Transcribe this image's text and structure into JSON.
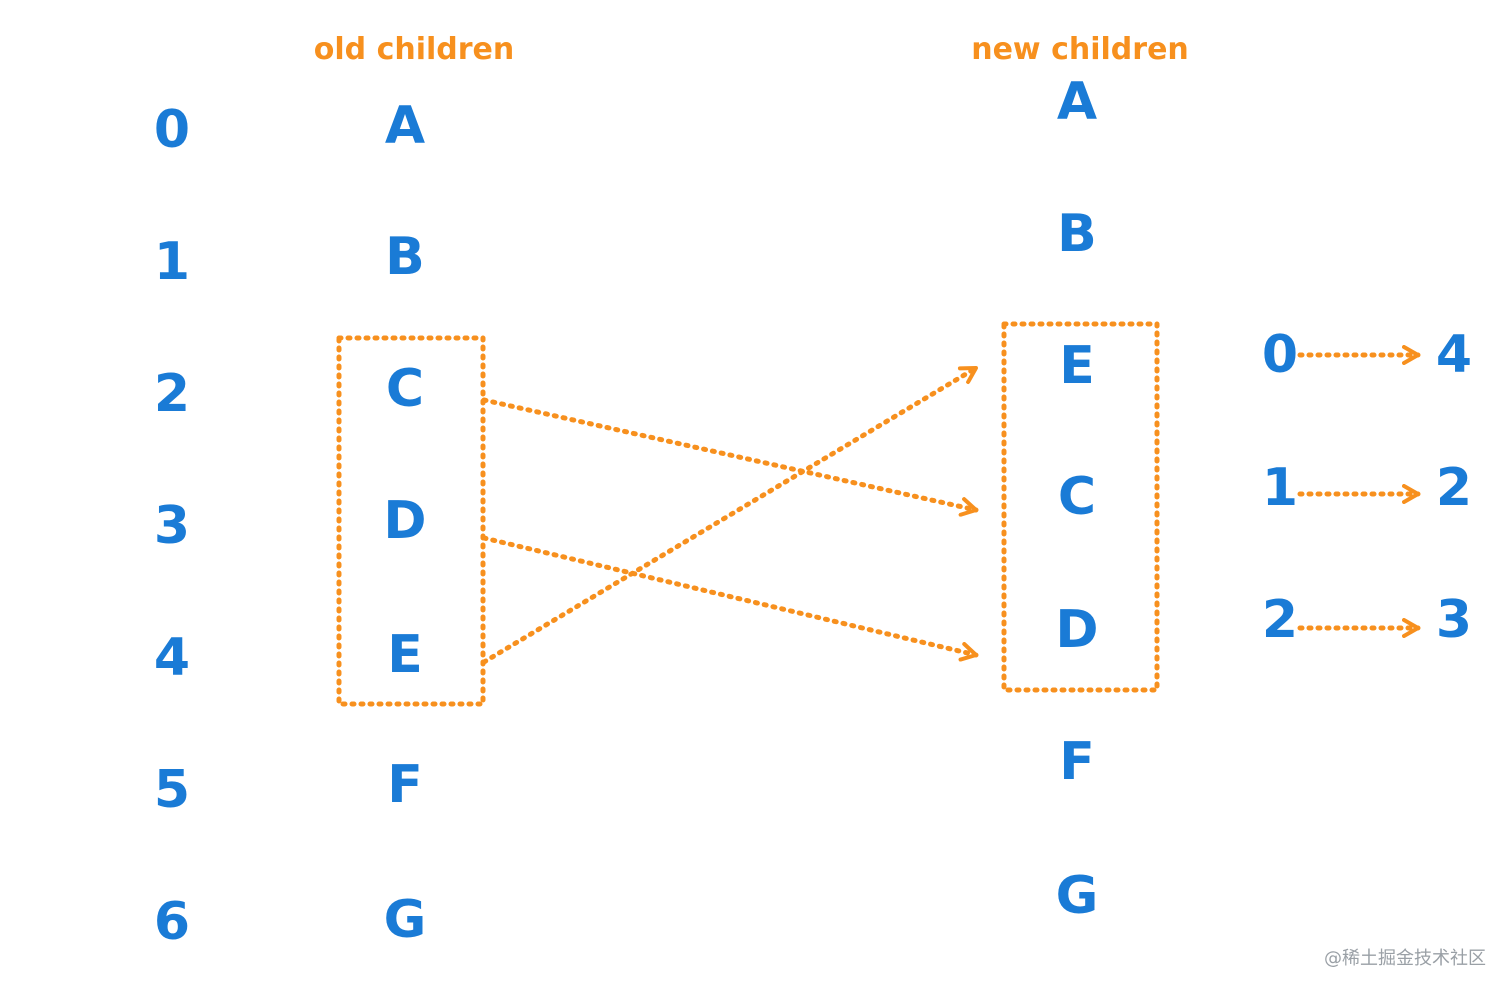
{
  "headers": {
    "old": "old children",
    "new": "new children"
  },
  "indices": [
    "0",
    "1",
    "2",
    "3",
    "4",
    "5",
    "6"
  ],
  "old_children": [
    "A",
    "B",
    "C",
    "D",
    "E",
    "F",
    "G"
  ],
  "new_children": [
    "A",
    "B",
    "E",
    "C",
    "D",
    "F",
    "G"
  ],
  "mapping": [
    {
      "from": "0",
      "to": "4"
    },
    {
      "from": "1",
      "to": "2"
    },
    {
      "from": "2",
      "to": "3"
    }
  ],
  "watermark": "@稀土掘金技术社区",
  "colors": {
    "label": "#1a7bd6",
    "accent": "#f7901e"
  }
}
